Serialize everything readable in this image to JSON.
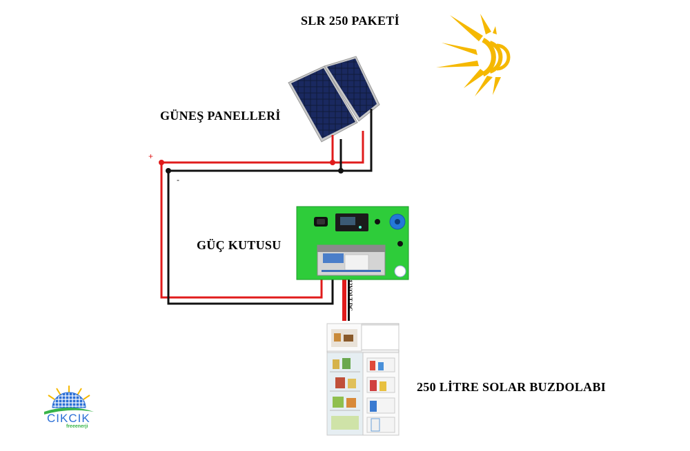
{
  "labels": {
    "package_title": "SLR 250 PAKETİ",
    "solar_panels": "GÜNEŞ PANELLERİ",
    "power_box": "GÜÇ KUTUSU",
    "fridge": "250 LİTRE SOLAR BUZDOLABI",
    "dc_cable": "12VOLT DC",
    "plus": "+",
    "minus": "-"
  },
  "logo": {
    "name": "CIKCIK",
    "tagline": "freeenerji"
  },
  "colors": {
    "positive_wire": "#e01b1b",
    "negative_wire": "#111111",
    "box_green": "#2ecc3a",
    "sun": "#f5b800",
    "logo_blue": "#2b6fd6",
    "logo_green": "#38b449"
  },
  "icons": [
    "sun-icon",
    "solar-panel-icon",
    "battery-icon",
    "charge-controller-icon",
    "fridge-icon",
    "logo-icon"
  ]
}
